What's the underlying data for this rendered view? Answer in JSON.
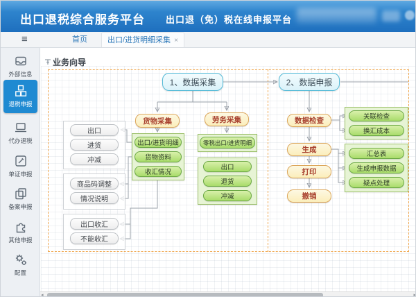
{
  "header": {
    "title": "出口退税综合服务平台",
    "subtitle": "出口退（免）税在线申报平台"
  },
  "tabs": {
    "home": "首页",
    "active_tab": "出口/进货明细采集",
    "close_glyph": "×",
    "hamburger_glyph": "≡"
  },
  "sidebar": {
    "items": [
      {
        "label": "外部信息",
        "icon": "inbox-drive-icon",
        "active": false
      },
      {
        "label": "退税申报",
        "icon": "cubes-icon",
        "active": true
      },
      {
        "label": "代办退税",
        "icon": "laptop-icon",
        "active": false
      },
      {
        "label": "单证申报",
        "icon": "edit-document-icon",
        "active": false
      },
      {
        "label": "备案申报",
        "icon": "copy-icon",
        "active": false
      },
      {
        "label": "其他申报",
        "icon": "puzzle-icon",
        "active": false
      },
      {
        "label": "配置",
        "icon": "gears-icon",
        "active": false
      }
    ]
  },
  "wizard": {
    "title": "业务向导"
  },
  "flow": {
    "step1": "1、数据采集",
    "step2": "2、数据申报",
    "goods_title": "货物采集",
    "service_title": "劳务采集",
    "gray_group1": [
      "出口",
      "进货",
      "冲减"
    ],
    "gray_group2": [
      "商品码调整",
      "情况说明"
    ],
    "gray_group3": [
      "出口收汇",
      "不能收汇"
    ],
    "goods_items": [
      "出口/进货明细",
      "货物资料",
      "收汇情况"
    ],
    "service_single": "零税出口/进货明细",
    "service_items": [
      "出口",
      "退货",
      "冲减"
    ],
    "declare_steps": [
      "数据检查",
      "生成",
      "打印",
      "撤销"
    ],
    "check_items": [
      "关联检查",
      "换汇成本"
    ],
    "generate_items": [
      "汇总表",
      "生成申报数据",
      "疑点处理"
    ]
  },
  "scrollbar": {
    "left_arrow": "◂",
    "right_arrow": "▸"
  },
  "colors": {
    "header_blue": "#2e84cd",
    "active_nav_blue": "#1f8ad2",
    "dashed_border_orange": "#f0a850",
    "step_cyan_border": "#52b9d6",
    "tag_yellow_fill": "#fbeebb",
    "tag_text_red": "#a8402e",
    "green_fill": "#a9dc6b",
    "green_border": "#6aa843"
  }
}
